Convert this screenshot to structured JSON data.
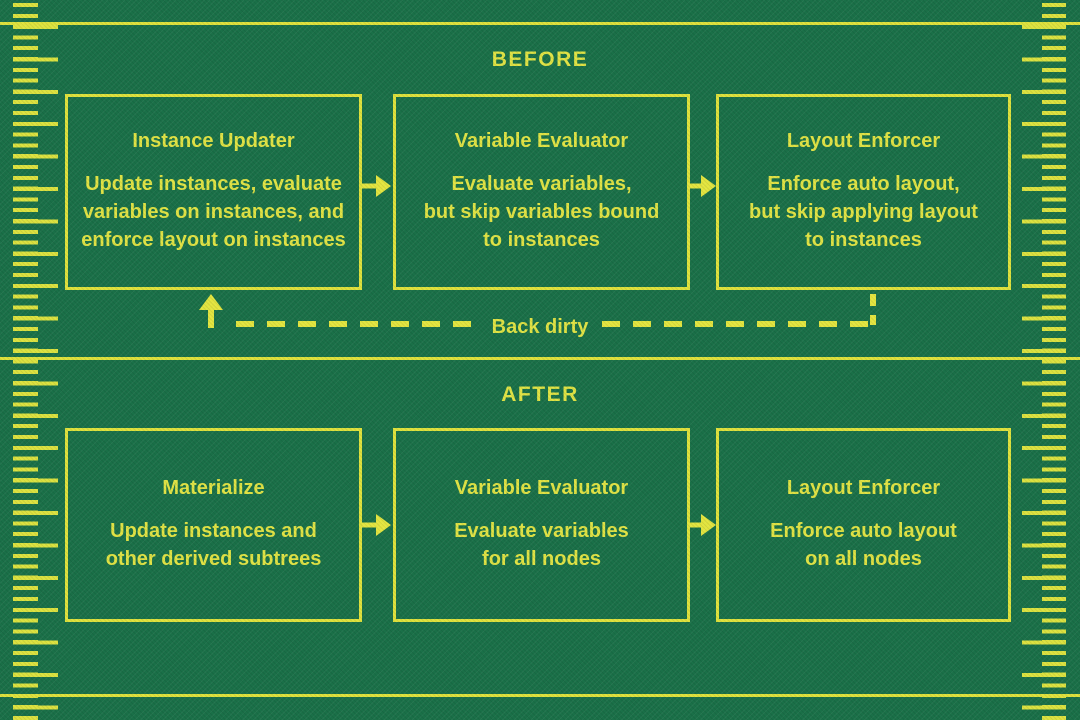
{
  "diagram": {
    "colors": {
      "background": "#1a7048",
      "accent": "#e3e53f"
    },
    "sections": [
      {
        "label": "BEFORE",
        "boxes": [
          {
            "title": "Instance Updater",
            "body": "Update instances, evaluate\nvariables on instances, and\nenforce layout on instances"
          },
          {
            "title": "Variable Evaluator",
            "body": "Evaluate variables,\nbut skip variables bound\nto instances"
          },
          {
            "title": "Layout Enforcer",
            "body": "Enforce auto layout,\nbut skip applying layout\nto instances"
          }
        ]
      },
      {
        "label": "AFTER",
        "boxes": [
          {
            "title": "Materialize",
            "body": "Update instances and\nother derived subtrees"
          },
          {
            "title": "Variable Evaluator",
            "body": "Evaluate variables\nfor all nodes"
          },
          {
            "title": "Layout Enforcer",
            "body": "Enforce auto layout\non all nodes"
          }
        ]
      }
    ],
    "feedback_label": "Back dirty"
  }
}
